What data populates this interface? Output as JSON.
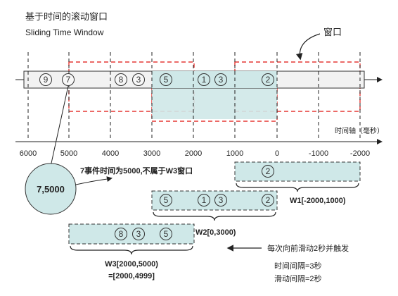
{
  "title_cn": "基于时间的滚动窗口",
  "title_en": "Sliding  Time Window",
  "window_label": "窗口",
  "axis_label": "时间轴（毫秒）",
  "ticks": [
    "6000",
    "5000",
    "4000",
    "3000",
    "2000",
    "1000",
    "0",
    "-1000",
    "-2000"
  ],
  "timeline_events": [
    "9",
    "7",
    "8",
    "3",
    "5",
    "1",
    "3",
    "2"
  ],
  "callout_value": "7,5000",
  "callout_text": "7事件时间为5000,不属于W3窗口",
  "w1": {
    "events": [
      "2"
    ],
    "label": "W1[-2000,1000)"
  },
  "w2": {
    "events": [
      "5",
      "1",
      "3",
      "2"
    ],
    "label": "W2[0,3000)"
  },
  "w3": {
    "events": [
      "8",
      "3",
      "5"
    ],
    "label_line1": "W3[2000,5000)",
    "label_line2": "=[2000,4999]"
  },
  "slide_note": "每次向前滑动2秒并触发",
  "interval_time": "时间间隔=3秒",
  "interval_slide": "滑动间隔=2秒",
  "colors": {
    "teal_fill": "#cfe8e8",
    "teal_stroke": "#5a9e9e",
    "red_dash": "#e53935",
    "bar_fill": "#f4f4f4"
  }
}
